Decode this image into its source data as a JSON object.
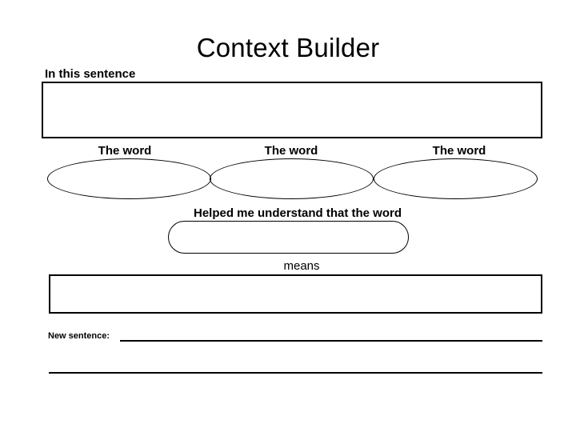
{
  "worksheet": {
    "title": "Context Builder",
    "prompt_sentence_label": "In this sentence",
    "word_labels": [
      "The word",
      "The word",
      "The word"
    ],
    "understanding_label": "Helped me understand that the word",
    "means_label": "means",
    "new_sentence_label": "New sentence:",
    "sentence_box_value": "",
    "clue_ellipse_values": [
      "",
      "",
      ""
    ],
    "target_word_value": "",
    "definition_box_value": "",
    "new_sentence_line_1_value": "",
    "new_sentence_line_2_value": "",
    "ink_color": "#000000",
    "page_color": "#ffffff"
  }
}
